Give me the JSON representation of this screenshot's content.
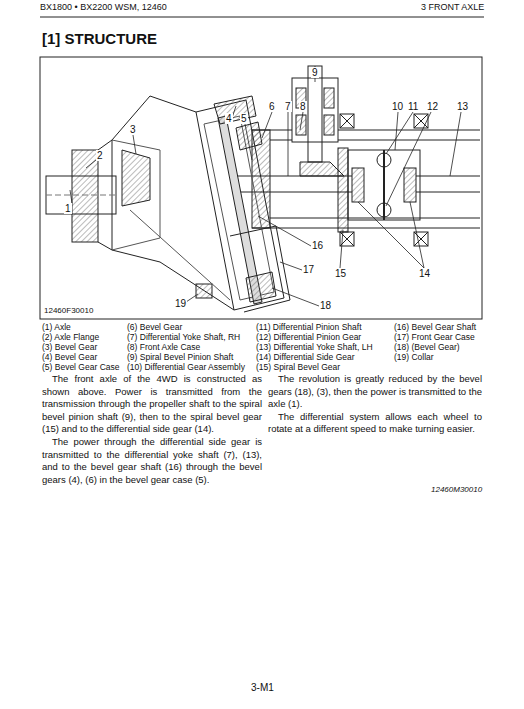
{
  "diagram": {
    "title": "[1] STRUCTURE",
    "labels": [
      "BX1800 • BX2200 WSM, 12460",
      "3 FRONT AXLE",
      "9",
      "6",
      "7",
      "8",
      "10",
      "11",
      "12",
      "13",
      "4",
      "5",
      "3",
      "2",
      "1",
      "16",
      "17",
      "15",
      "14",
      "19",
      "18",
      "12460F30010",
      "(1) Axle",
      "(2) Axle Flange",
      "(3) Bevel Gear",
      "(4) Bevel Gear",
      "(5) Bevel Gear Case",
      "(6) Bevel Gear",
      "(7) Differential Yoke Shaft, RH",
      "(8) Front Axle Case",
      "(9) Spiral Bevel Pinion Shaft",
      "(10) Differential Gear Assembly",
      "(11) Differential Pinion Shaft",
      "(12) Differential Pinion Gear",
      "(13) Differential Yoke Shaft, LH",
      "(14) Differential Side Gear",
      "(15) Spiral Bevel Gear",
      "(16) Bevel Gear Shaft",
      "(17) Front Gear Case",
      "(18) (Bevel Gear)",
      "(19) Collar",
      "The front axle of the 4WD is constructed as shown above. Power is transmitted from the transmission through the propeller shaft to the spiral bevel pinion shaft (9), then to the spiral bevel gear (15) and to the differential side gear (14).",
      "The power through the differential side gear is transmitted to the differential yoke shaft (7), (13), and to the bevel gear shaft (16) through the bevel gears (4), (6) in the bevel gear case (5).",
      "The revolution is greatly reduced by the bevel gears (18), (3), then the power is transmitted to the axle (1).",
      "The differential system allows each wheel to rotate at a different speed to make turning easier.",
      "12460M30010",
      "3-M1"
    ]
  }
}
